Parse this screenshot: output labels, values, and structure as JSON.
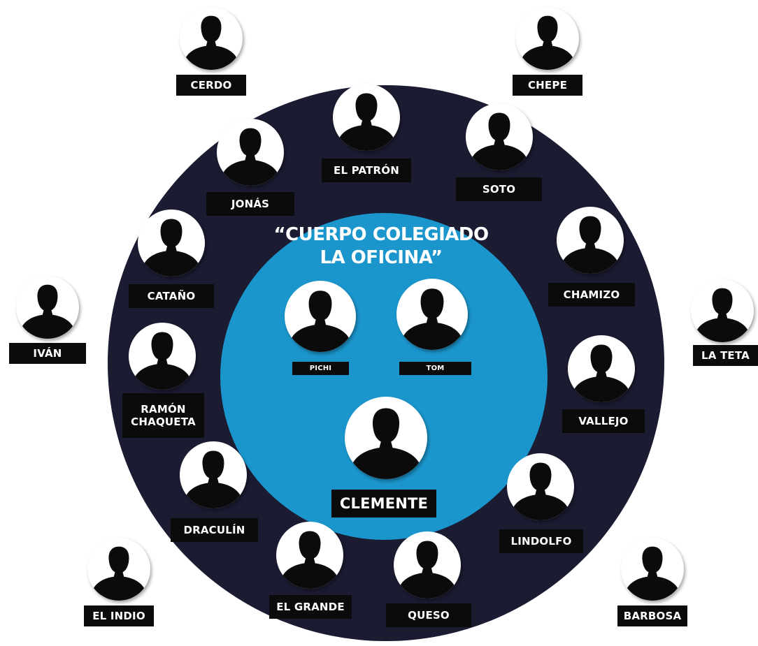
{
  "diagram": {
    "title_line1": "“CUERPO COLEGIADO",
    "title_line2": "LA OFICINA”",
    "colors": {
      "outer_ring": "#1b1b32",
      "inner_circle": "#1b96cd",
      "label_background": "#0b0b0b",
      "label_text": "#ffffff"
    },
    "icon": "person-silhouette-icon",
    "leaders": [
      "PICHI",
      "TOM"
    ],
    "center": "CLEMENTE",
    "ring_members": [
      "JONÁS",
      "EL PATRÓN",
      "SOTO",
      "CATAÑO",
      "CHAMIZO",
      "RAMÓN\nCHAQUETA",
      "VALLEJO",
      "DRACULÍN",
      "LINDOLFO",
      "EL GRANDE",
      "QUESO"
    ],
    "outer_members": [
      "CERDO",
      "CHEPE",
      "IVÁN",
      "LA TETA",
      "EL INDIO",
      "BARBOSA"
    ]
  }
}
